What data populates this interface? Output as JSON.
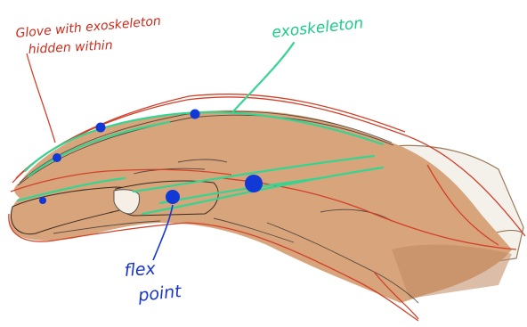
{
  "labels": {
    "glove_line1": "Glove with exoskeleton",
    "glove_line2": "hidden within",
    "exoskeleton": "exoskeleton",
    "flex_line1": "flex",
    "flex_line2": "point"
  },
  "colors": {
    "skin": "#d8a47c",
    "skin_shadow": "#c08860",
    "sleeve": "#f3efe9",
    "glove_outline": "#d2402a",
    "exoskeleton": "#35d490",
    "flex_point": "#1238d6",
    "label_red": "#cc2a1a",
    "label_green": "#1ec98a",
    "label_blue": "#1a36c8",
    "sketch": "#333333"
  }
}
